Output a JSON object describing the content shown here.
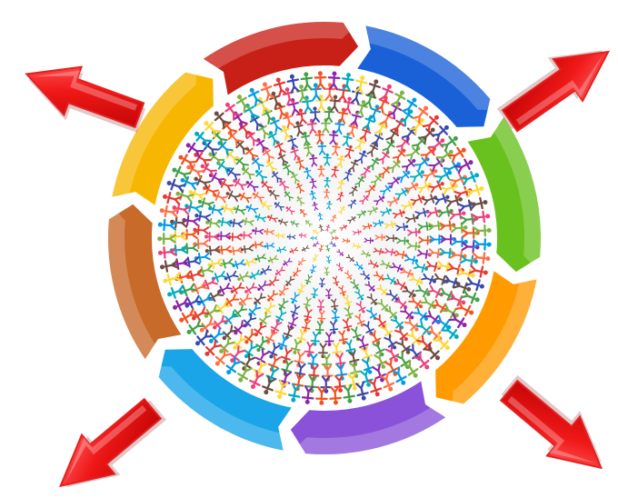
{
  "illustration": {
    "ring_segments": [
      {
        "name": "red-segment",
        "color": "#c81f16"
      },
      {
        "name": "blue-segment",
        "color": "#1a61d8"
      },
      {
        "name": "green-segment",
        "color": "#69c11e"
      },
      {
        "name": "orange-segment",
        "color": "#ff9a00"
      },
      {
        "name": "purple-segment",
        "color": "#8a52d8"
      },
      {
        "name": "cyan-segment",
        "color": "#1aa5e8"
      },
      {
        "name": "brown-segment",
        "color": "#c86a2a"
      },
      {
        "name": "yellow-segment",
        "color": "#f7b700"
      }
    ],
    "crowd_palette": [
      "#e53935",
      "#3949ab",
      "#43a047",
      "#f4511e",
      "#8e24aa",
      "#00acc1",
      "#fdd835",
      "#6d4c41",
      "#ec407a",
      "#7cb342",
      "#039be5",
      "#ff7043"
    ],
    "arrows": [
      {
        "name": "arrow-up-left-icon",
        "color": "#e61f1f"
      },
      {
        "name": "arrow-up-right-icon",
        "color": "#e61f1f"
      },
      {
        "name": "arrow-down-left-icon",
        "color": "#e61f1f"
      },
      {
        "name": "arrow-down-right-icon",
        "color": "#e61f1f"
      }
    ]
  }
}
